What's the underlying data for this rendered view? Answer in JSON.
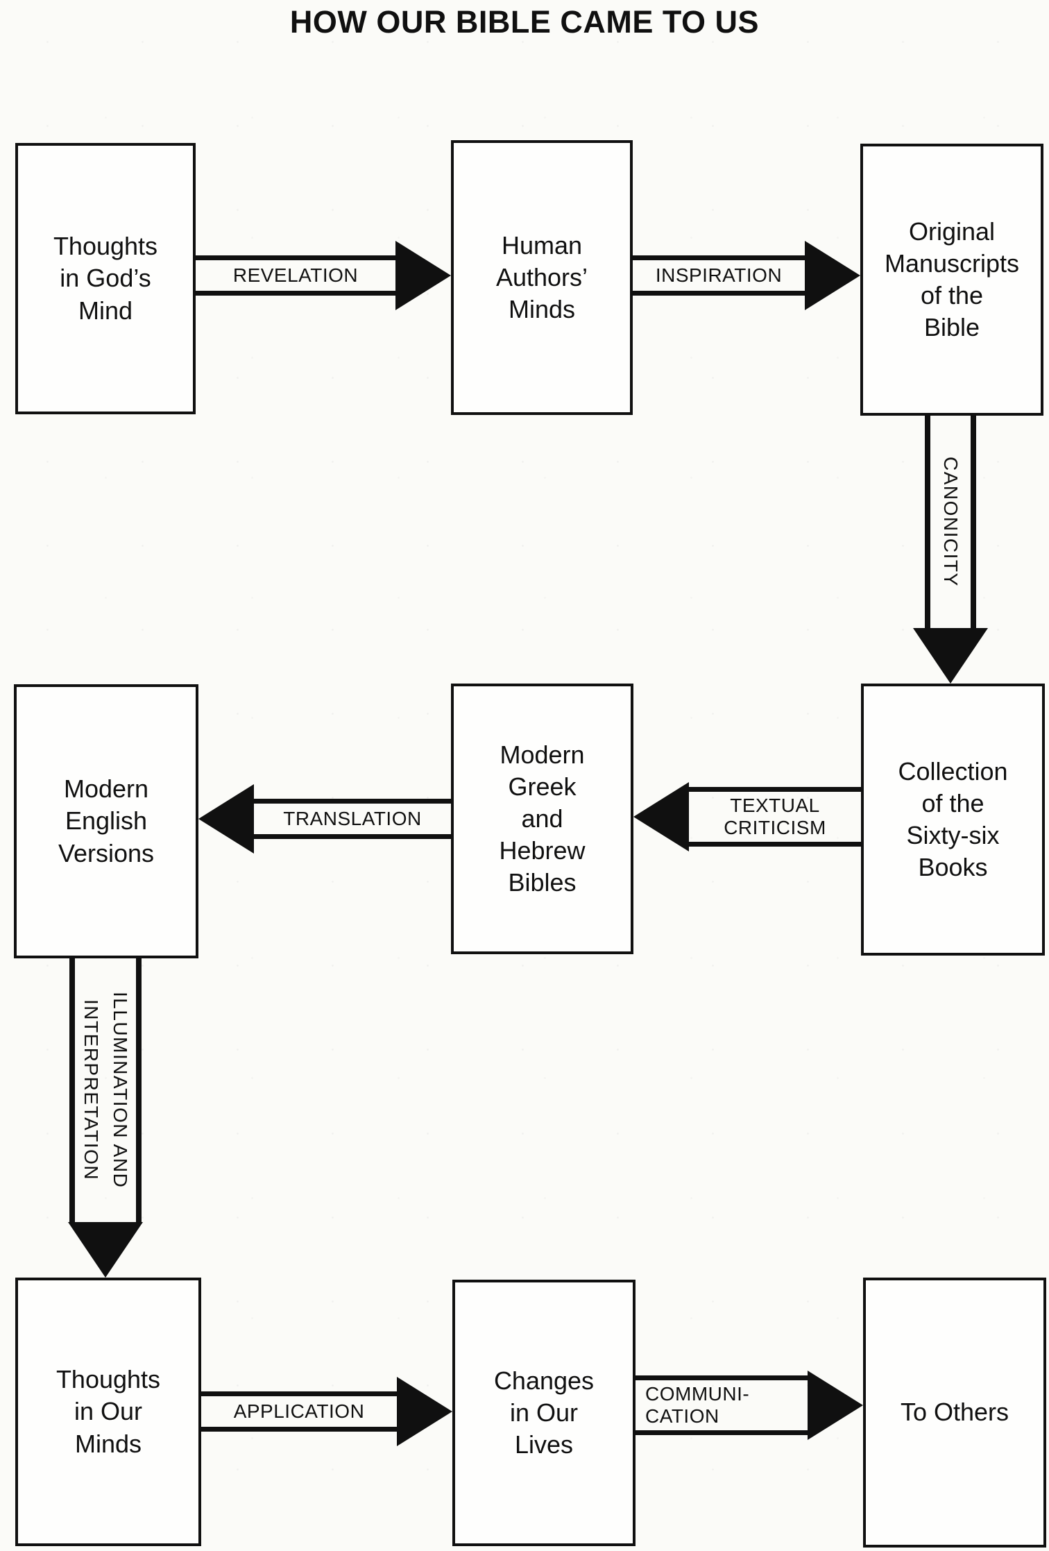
{
  "title": "HOW OUR BIBLE CAME TO US",
  "boxes": [
    {
      "id": "thoughts-in-gods-mind",
      "label": "Thoughts\nin God’s\nMind"
    },
    {
      "id": "human-authors-minds",
      "label": "Human\nAuthors’\nMinds"
    },
    {
      "id": "original-manuscripts",
      "label": "Original\nManuscripts\nof the\nBible"
    },
    {
      "id": "modern-english-versions",
      "label": "Modern\nEnglish\nVersions"
    },
    {
      "id": "modern-greek-hebrew-bibles",
      "label": "Modern\nGreek\nand\nHebrew\nBibles"
    },
    {
      "id": "collection-sixty-six-books",
      "label": "Collection\nof the\nSixty-six\nBooks"
    },
    {
      "id": "thoughts-in-our-minds",
      "label": "Thoughts\nin Our\nMinds"
    },
    {
      "id": "changes-in-our-lives",
      "label": "Changes\nin Our\nLives"
    },
    {
      "id": "to-others",
      "label": "To Others"
    }
  ],
  "arrows": [
    {
      "id": "revelation",
      "label": "REVELATION",
      "direction": "right",
      "from": "thoughts-in-gods-mind",
      "to": "human-authors-minds"
    },
    {
      "id": "inspiration",
      "label": "INSPIRATION",
      "direction": "right",
      "from": "human-authors-minds",
      "to": "original-manuscripts"
    },
    {
      "id": "canonicity",
      "label": "CANONICITY",
      "direction": "down",
      "from": "original-manuscripts",
      "to": "collection-sixty-six-books"
    },
    {
      "id": "textual-criticism",
      "label": "TEXTUAL\nCRITICISM",
      "direction": "left",
      "from": "collection-sixty-six-books",
      "to": "modern-greek-hebrew-bibles"
    },
    {
      "id": "translation",
      "label": "TRANSLATION",
      "direction": "left",
      "from": "modern-greek-hebrew-bibles",
      "to": "modern-english-versions"
    },
    {
      "id": "illumination",
      "label": "ILLUMINATION AND\nINTERPRETATION",
      "direction": "down",
      "from": "modern-english-versions",
      "to": "thoughts-in-our-minds"
    },
    {
      "id": "application",
      "label": "APPLICATION",
      "direction": "right",
      "from": "thoughts-in-our-minds",
      "to": "changes-in-our-lives"
    },
    {
      "id": "communication",
      "label": "COMMUNI-\nCATION",
      "direction": "right",
      "from": "changes-in-our-lives",
      "to": "to-others"
    }
  ],
  "colors": {
    "ink": "#101010",
    "paper": "#fbfbf8"
  }
}
